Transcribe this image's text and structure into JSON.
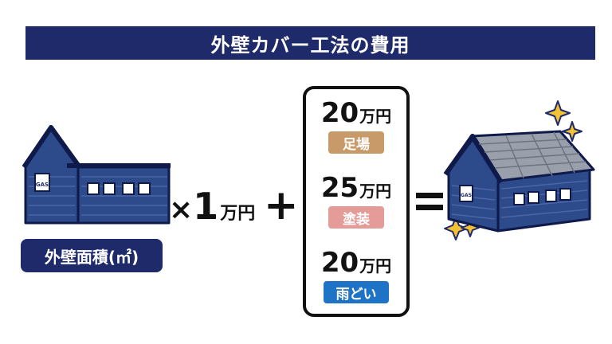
{
  "title": "外壁カバー工法の費用",
  "area_label": "外壁面積(㎡)",
  "formula": {
    "times": "×",
    "rate_number": "1",
    "rate_unit": "万円",
    "plus": "+"
  },
  "costs": [
    {
      "number": "20",
      "unit": "万円",
      "label": "足場",
      "color": "#c89a6a"
    },
    {
      "number": "25",
      "unit": "万円",
      "label": "塗装",
      "color": "#e59b97"
    },
    {
      "number": "20",
      "unit": "万円",
      "label": "雨どい",
      "color": "#1e73c6"
    }
  ],
  "house_sign": "GAS",
  "colors": {
    "navy": "#1f2a6b",
    "house_blue": "#2d4a8a",
    "sparkle": "#f2c233"
  },
  "icons": [
    "house-icon",
    "renovated-house-icon",
    "sparkle-icon",
    "equals-icon"
  ]
}
